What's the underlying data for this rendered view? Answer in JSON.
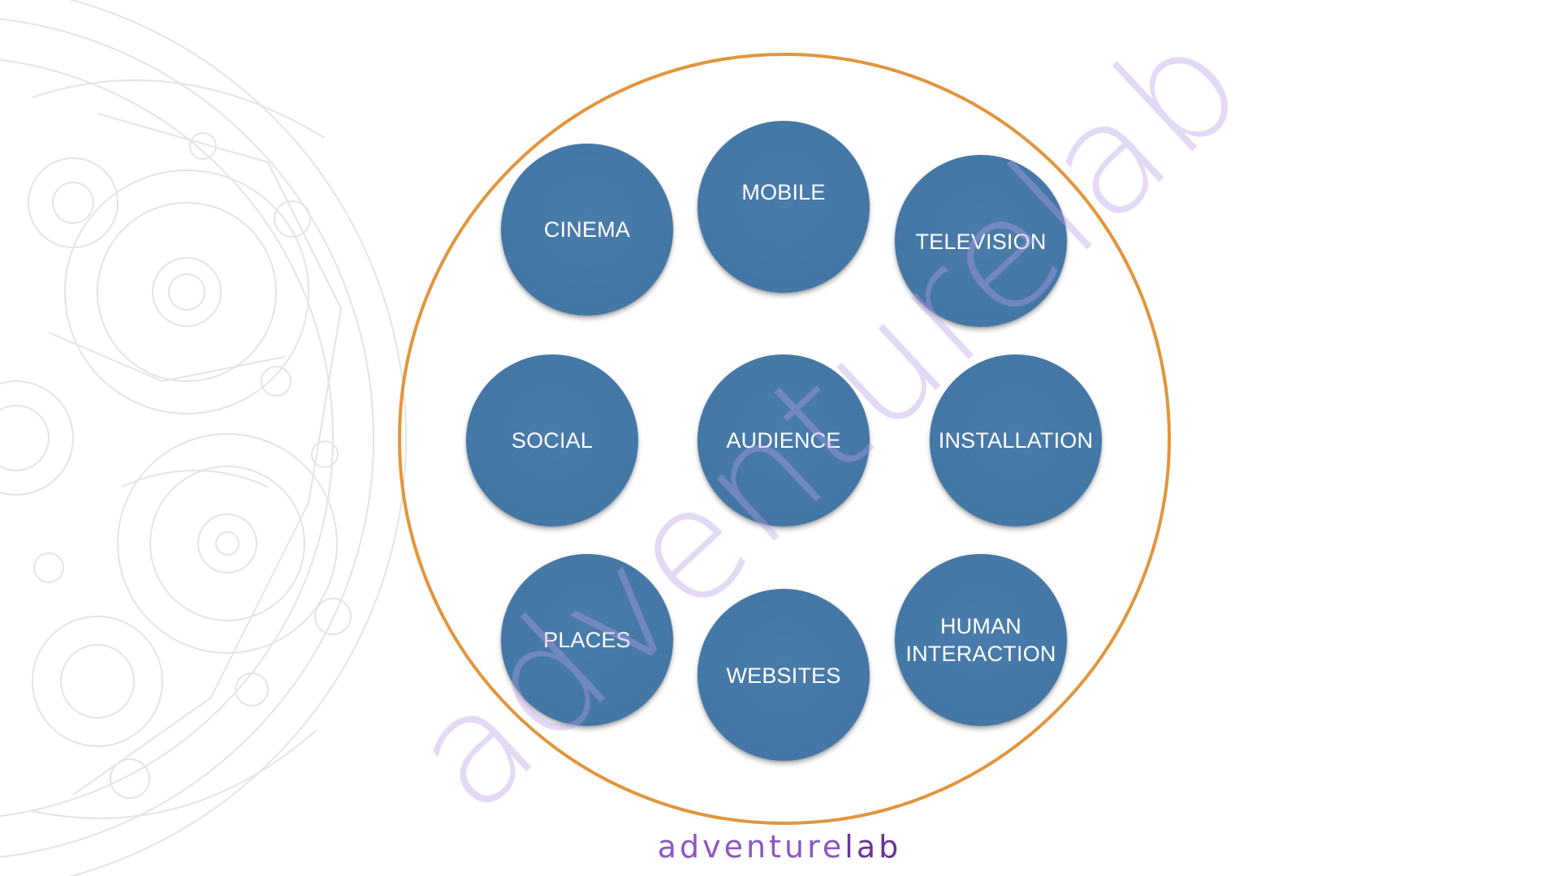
{
  "diagram": {
    "nodes": [
      {
        "id": "cinema",
        "label": "CINEMA"
      },
      {
        "id": "mobile",
        "label": "MOBILE"
      },
      {
        "id": "television",
        "label": "TELEVISION"
      },
      {
        "id": "social",
        "label": "SOCIAL"
      },
      {
        "id": "audience",
        "label": "AUDIENCE"
      },
      {
        "id": "installation",
        "label": "INSTALLATION"
      },
      {
        "id": "places",
        "label": "PLACES"
      },
      {
        "id": "websites",
        "label": "WEBSITES"
      },
      {
        "id": "human-interaction",
        "label": "HUMAN\nINTERACTION"
      }
    ]
  },
  "watermark": {
    "text": "adventurelab"
  },
  "logo": {
    "part1": "adventure",
    "part2": "lab"
  },
  "colors": {
    "ring": "#e1963c",
    "bubble": "#4477a6",
    "bubble_text": "#ffffff",
    "logo_light": "#8d56c4",
    "logo_dark": "#6a3496",
    "watermark": "#b89ee4"
  }
}
